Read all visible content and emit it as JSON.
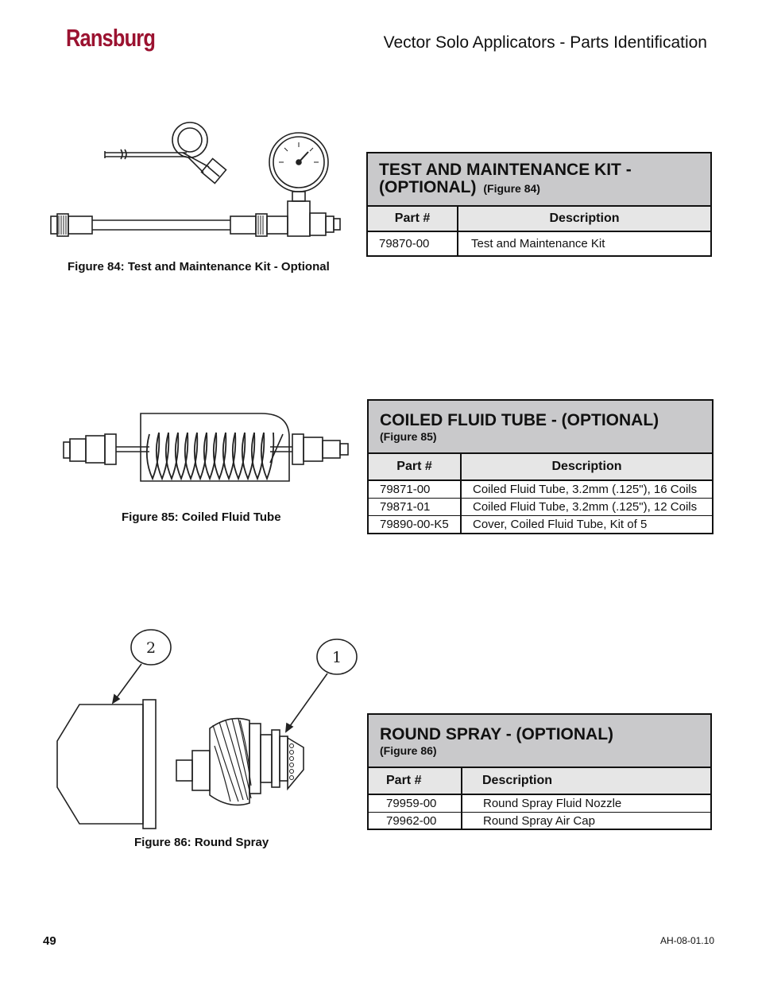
{
  "header": {
    "brand": "Ransburg",
    "title": "Vector Solo Applicators - Parts Identification"
  },
  "figures": [
    {
      "caption": "Figure 84:  Test and Maintenance Kit - Optional"
    },
    {
      "caption": "Figure 85:  Coiled Fluid Tube"
    },
    {
      "caption": "Figure 86:  Round Spray",
      "callouts": [
        "2",
        "1"
      ]
    }
  ],
  "tables": [
    {
      "title": "TEST AND MAINTENANCE KIT -",
      "title2": "(OPTIONAL)",
      "ref": "(Figure 84)",
      "col_part": "Part #",
      "col_desc": "Description",
      "rows": [
        {
          "part": "79870-00",
          "desc": "Test and Maintenance Kit"
        }
      ]
    },
    {
      "title": "COILED  FLUID  TUBE  -  (OPTIONAL)",
      "ref": "(Figure 85)",
      "col_part": "Part #",
      "col_desc": "Description",
      "rows": [
        {
          "part": "79871-00",
          "desc": "Coiled Fluid Tube, 3.2mm (.125\"), 16 Coils"
        },
        {
          "part": "79871-01",
          "desc": "Coiled Fluid Tube, 3.2mm (.125\"), 12 Coils"
        },
        {
          "part": "79890-00-K5",
          "desc": "Cover, Coiled Fluid Tube, Kit of 5"
        }
      ]
    },
    {
      "title": "ROUND SPRAY -  (OPTIONAL)",
      "ref": "(Figure 86)",
      "col_part": "Part #",
      "col_desc": "Description",
      "rows": [
        {
          "part": "79959-00",
          "desc": "Round Spray Fluid Nozzle"
        },
        {
          "part": "79962-00",
          "desc": "Round Spray Air Cap"
        }
      ]
    }
  ],
  "footer": {
    "page_number": "49",
    "doc_code": "AH-08-01.10"
  },
  "colors": {
    "brand": "#9b1230",
    "table_header": "#c9c9cb",
    "column_header": "#e6e6e6"
  }
}
